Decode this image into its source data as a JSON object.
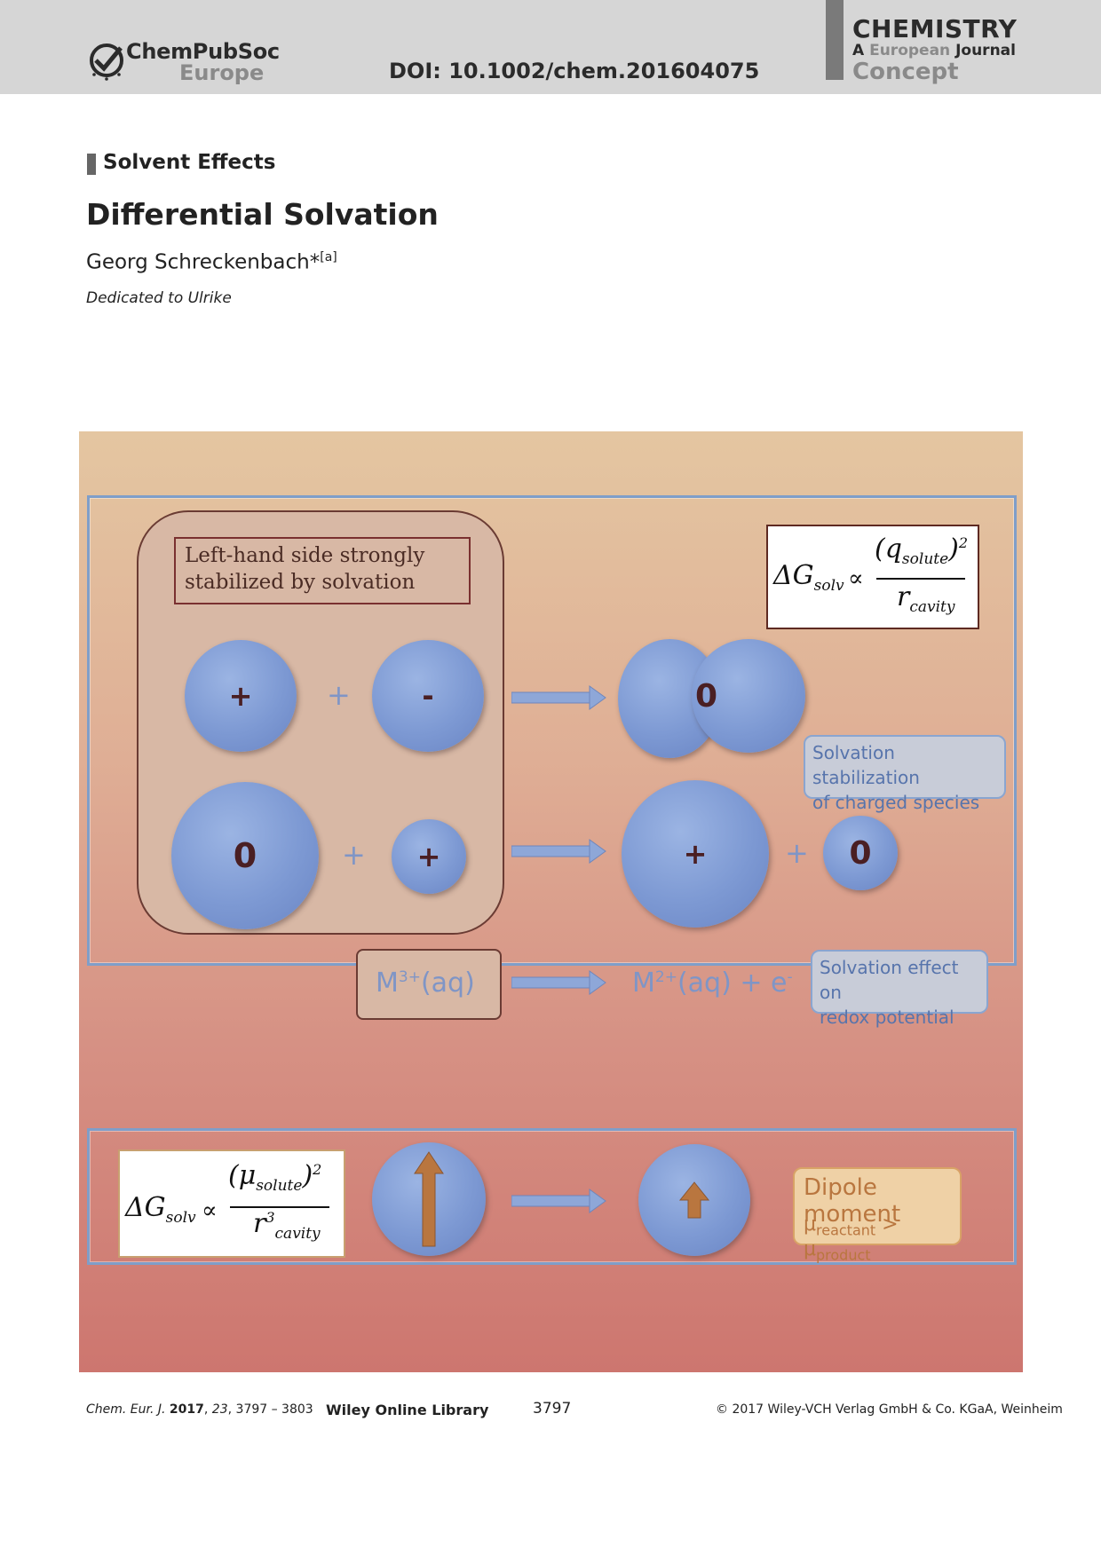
{
  "header": {
    "publisher_name": "ChemPubSoc",
    "publisher_region": "Europe",
    "doi": "DOI: 10.1002/chem.201604075",
    "journal_name": "CHEMISTRY",
    "journal_sub_a": "A",
    "journal_sub_european": "European",
    "journal_sub_journal": "Journal",
    "article_type": "Concept"
  },
  "article": {
    "section": "Solvent Effects",
    "title": "Differential Solvation",
    "author": "Georg Schreckenbach*",
    "author_affil": "[a]",
    "dedication": "Dedicated to Ulrike"
  },
  "figure": {
    "lhs_label_line1": "Left-hand side strongly",
    "lhs_label_line2": "stabilized by solvation",
    "formula1": {
      "lhs": "ΔG",
      "lhs_sub": "solv",
      "prop": "∝",
      "num": "(q",
      "num_sub": "solute",
      "num_tail": ")",
      "exp": "2",
      "den": "r",
      "den_sub": "cavity"
    },
    "formula2": {
      "lhs": "ΔG",
      "lhs_sub": "solv",
      "prop": "∝",
      "num": "(μ",
      "num_sub": "solute",
      "num_tail": ")",
      "exp": "2",
      "den": "r",
      "den_exp": "3",
      "den_sub": "cavity"
    },
    "row1": {
      "ball_a": "+",
      "plus": "+",
      "ball_b": "-",
      "product": "0"
    },
    "row2": {
      "ball_a": "0",
      "plus": "+",
      "ball_b": "+",
      "prod_a": "+",
      "plus2": "+",
      "prod_b": "0"
    },
    "note_charged_line1": "Solvation stabilization",
    "note_charged_line2": "of charged species",
    "redox": {
      "reactant": "M",
      "reactant_sup": "3+",
      "reactant_tail": "(aq)",
      "product": "M",
      "product_sup": "2+",
      "product_tail": "(aq) + e",
      "electron_sup": "-"
    },
    "note_redox_line1": "Solvation effect on",
    "note_redox_line2": "redox potential",
    "dipole": {
      "title": "Dipole moment",
      "mu1": "μ",
      "mu1_sub": "reactant",
      "gt": ">",
      "mu2": "μ",
      "mu2_sub": "product"
    }
  },
  "footer": {
    "journal_abbr": "Chem. Eur. J.",
    "year": "2017",
    "volume": "23",
    "pages": "3797 – 3803",
    "library": "Wiley Online Library",
    "page_number": "3797",
    "copyright": "© 2017 Wiley-VCH Verlag GmbH & Co. KGaA, Weinheim"
  },
  "colors": {
    "accent_blue": "#7f9ec9",
    "ball_blue": "#7d99d3",
    "arrow_orange": "#b9763f",
    "header_gray": "#d6d6d6"
  }
}
